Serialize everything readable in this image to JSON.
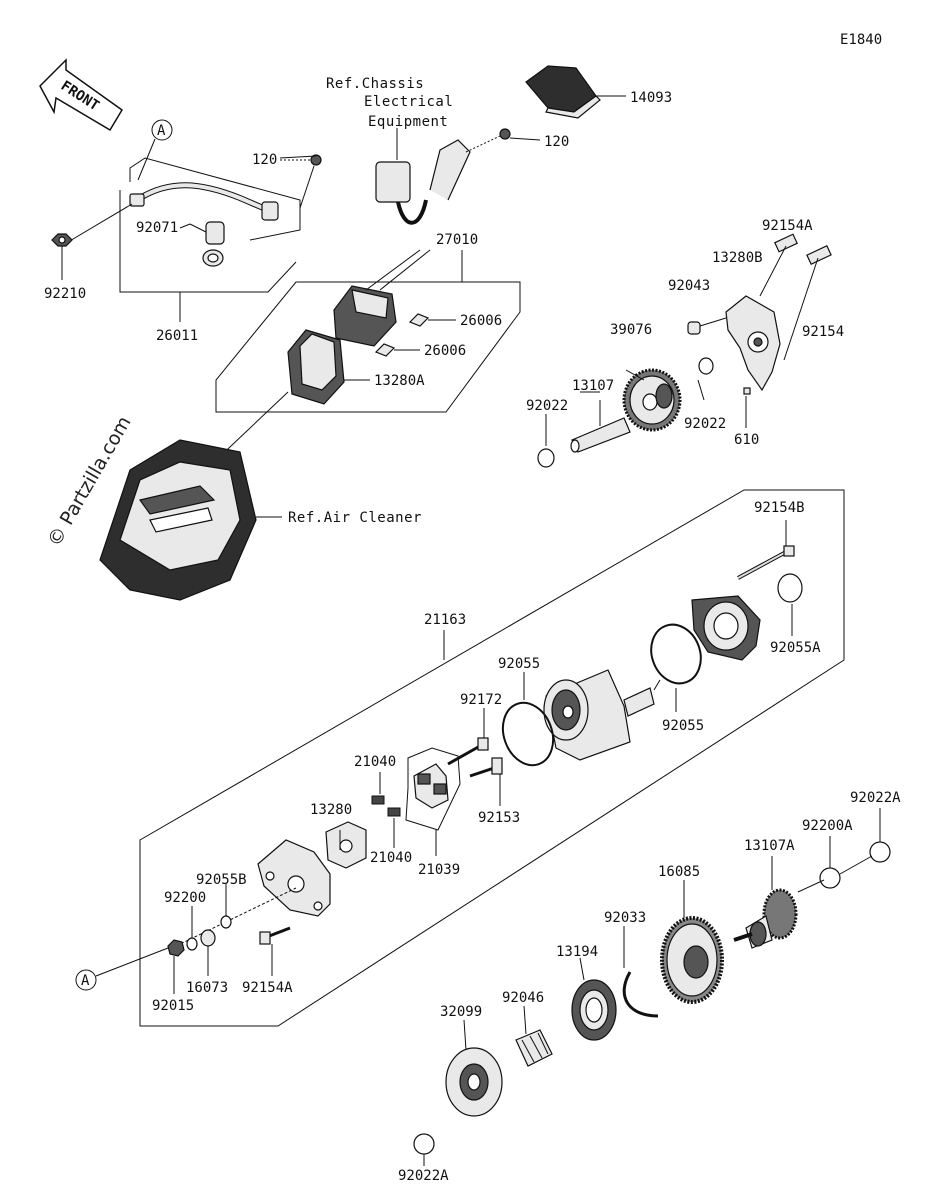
{
  "diagram_code": "E1840",
  "front_label": "FRONT",
  "watermark": "© Partzilla.com",
  "refs": {
    "chassis_line1": "Ref.Chassis",
    "chassis_line2": "Electrical",
    "chassis_line3": "Equipment",
    "air_cleaner": "Ref.Air Cleaner"
  },
  "markers": {
    "a_top": "A",
    "a_bottom": "A"
  },
  "labels": {
    "p14093": "14093",
    "p120a": "120",
    "p120b": "120",
    "p92071": "92071",
    "p92210": "92210",
    "p26011": "26011",
    "p27010": "27010",
    "p26006a": "26006",
    "p26006b": "26006",
    "p13280A": "13280A",
    "p92154A_top": "92154A",
    "p13280B": "13280B",
    "p92043": "92043",
    "p92154": "92154",
    "p39076": "39076",
    "p13107": "13107",
    "p92022a": "92022",
    "p92022b": "92022",
    "p610": "610",
    "p92154B": "92154B",
    "p21163": "21163",
    "p92055A": "92055A",
    "p92055a": "92055",
    "p92055b": "92055",
    "p92172": "92172",
    "p21040a": "21040",
    "p21040b": "21040",
    "p13280": "13280",
    "p92153": "92153",
    "p21039": "21039",
    "p92055B": "92055B",
    "p92200": "92200",
    "p16073": "16073",
    "p92154A_bot": "92154A",
    "p92015": "92015",
    "p92022A_right": "92022A",
    "p92200A": "92200A",
    "p13107A": "13107A",
    "p16085": "16085",
    "p92033": "92033",
    "p13194": "13194",
    "p92046": "92046",
    "p32099": "32099",
    "p92022A_bottom": "92022A"
  }
}
